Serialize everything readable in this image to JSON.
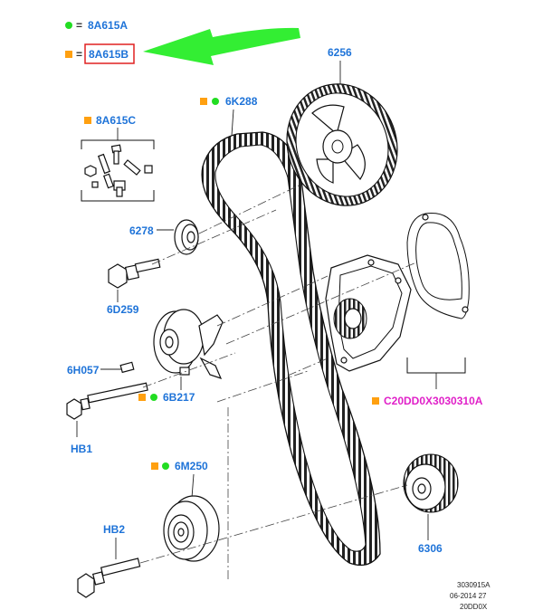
{
  "legend": {
    "green_dot_code": "8A615A",
    "orange_square_code": "8A615B",
    "equals": "="
  },
  "labels": {
    "tensioner_bolt_kit": "8A615C",
    "timing_belt": "6K288",
    "camshaft_sprocket": "6256",
    "washer": "6278",
    "bolt": "6D259",
    "pin": "6H057",
    "tensioner": "6B217",
    "hb1": "HB1",
    "idler_pulley": "6M250",
    "hb2": "HB2",
    "water_pump_kit": "C20DD0X3030310A",
    "crank_sprocket": "6306"
  },
  "footer": {
    "line1": "3030915A",
    "line2": "06-2014 27",
    "line3": "20DD0X"
  },
  "colors": {
    "green_marker": "#22dd22",
    "orange_marker": "#ffa010",
    "label_blue": "#1e73d8",
    "label_magenta": "#e020c8",
    "highlight_box": "#e02020",
    "arrow": "#33ee33"
  }
}
